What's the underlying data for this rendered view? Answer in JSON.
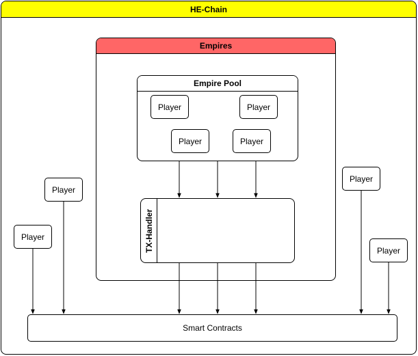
{
  "diagram": {
    "outer": {
      "title": "HE-Chain",
      "header_color": "#ffff00"
    },
    "empires": {
      "title": "Empires",
      "header_color": "#ff6666",
      "pool": {
        "title": "Empire Pool",
        "players": [
          "Player",
          "Player",
          "Player",
          "Player"
        ]
      },
      "handler": {
        "title": "TX-Handler"
      }
    },
    "external_players": [
      "Player",
      "Player",
      "Player",
      "Player"
    ],
    "contracts": {
      "label": "Smart Contracts"
    }
  }
}
